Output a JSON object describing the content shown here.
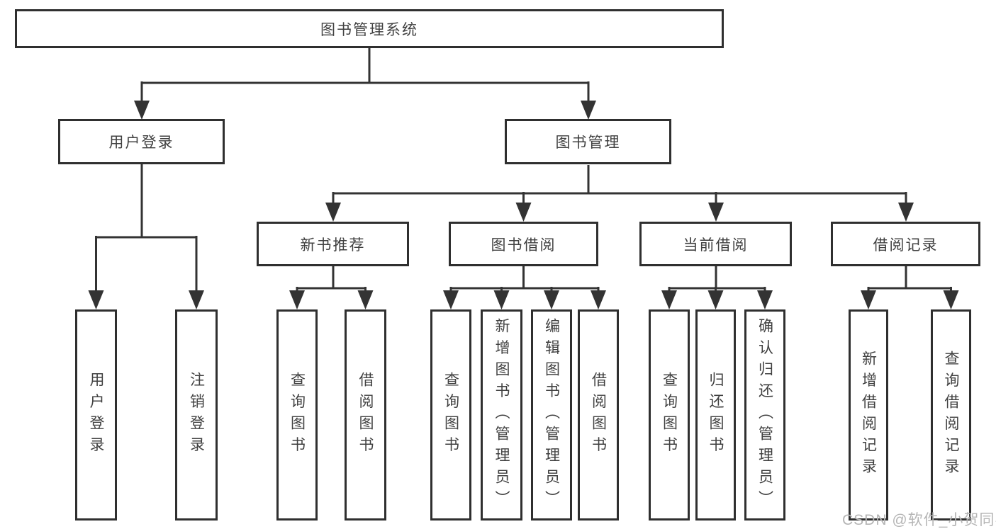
{
  "diagram": {
    "title": "图书管理系统",
    "type": "hierarchy-tree",
    "colors": {
      "line": "#333333",
      "box_border": "#2f2f2f",
      "text": "#404040",
      "watermark": "#b5b5b5",
      "background": "#ffffff"
    },
    "tree": {
      "root": {
        "label": "图书管理系统",
        "children": [
          {
            "label": "用户登录",
            "children": [
              {
                "label": "用户登录"
              },
              {
                "label": "注销登录"
              }
            ]
          },
          {
            "label": "图书管理",
            "children": [
              {
                "label": "新书推荐",
                "children": [
                  {
                    "label": "查询图书"
                  },
                  {
                    "label": "借阅图书"
                  }
                ]
              },
              {
                "label": "图书借阅",
                "children": [
                  {
                    "label": "查询图书"
                  },
                  {
                    "label": "新增图书（管理员）"
                  },
                  {
                    "label": "编辑图书（管理员）"
                  },
                  {
                    "label": "借阅图书"
                  }
                ]
              },
              {
                "label": "当前借阅",
                "children": [
                  {
                    "label": "查询图书"
                  },
                  {
                    "label": "归还图书"
                  },
                  {
                    "label": "确认归还（管理员）"
                  }
                ]
              },
              {
                "label": "借阅记录",
                "children": [
                  {
                    "label": "新增借阅记录"
                  },
                  {
                    "label": "查询借阅记录"
                  }
                ]
              }
            ]
          }
        ]
      }
    },
    "watermark": "CSDN @软件_小贺同学"
  }
}
